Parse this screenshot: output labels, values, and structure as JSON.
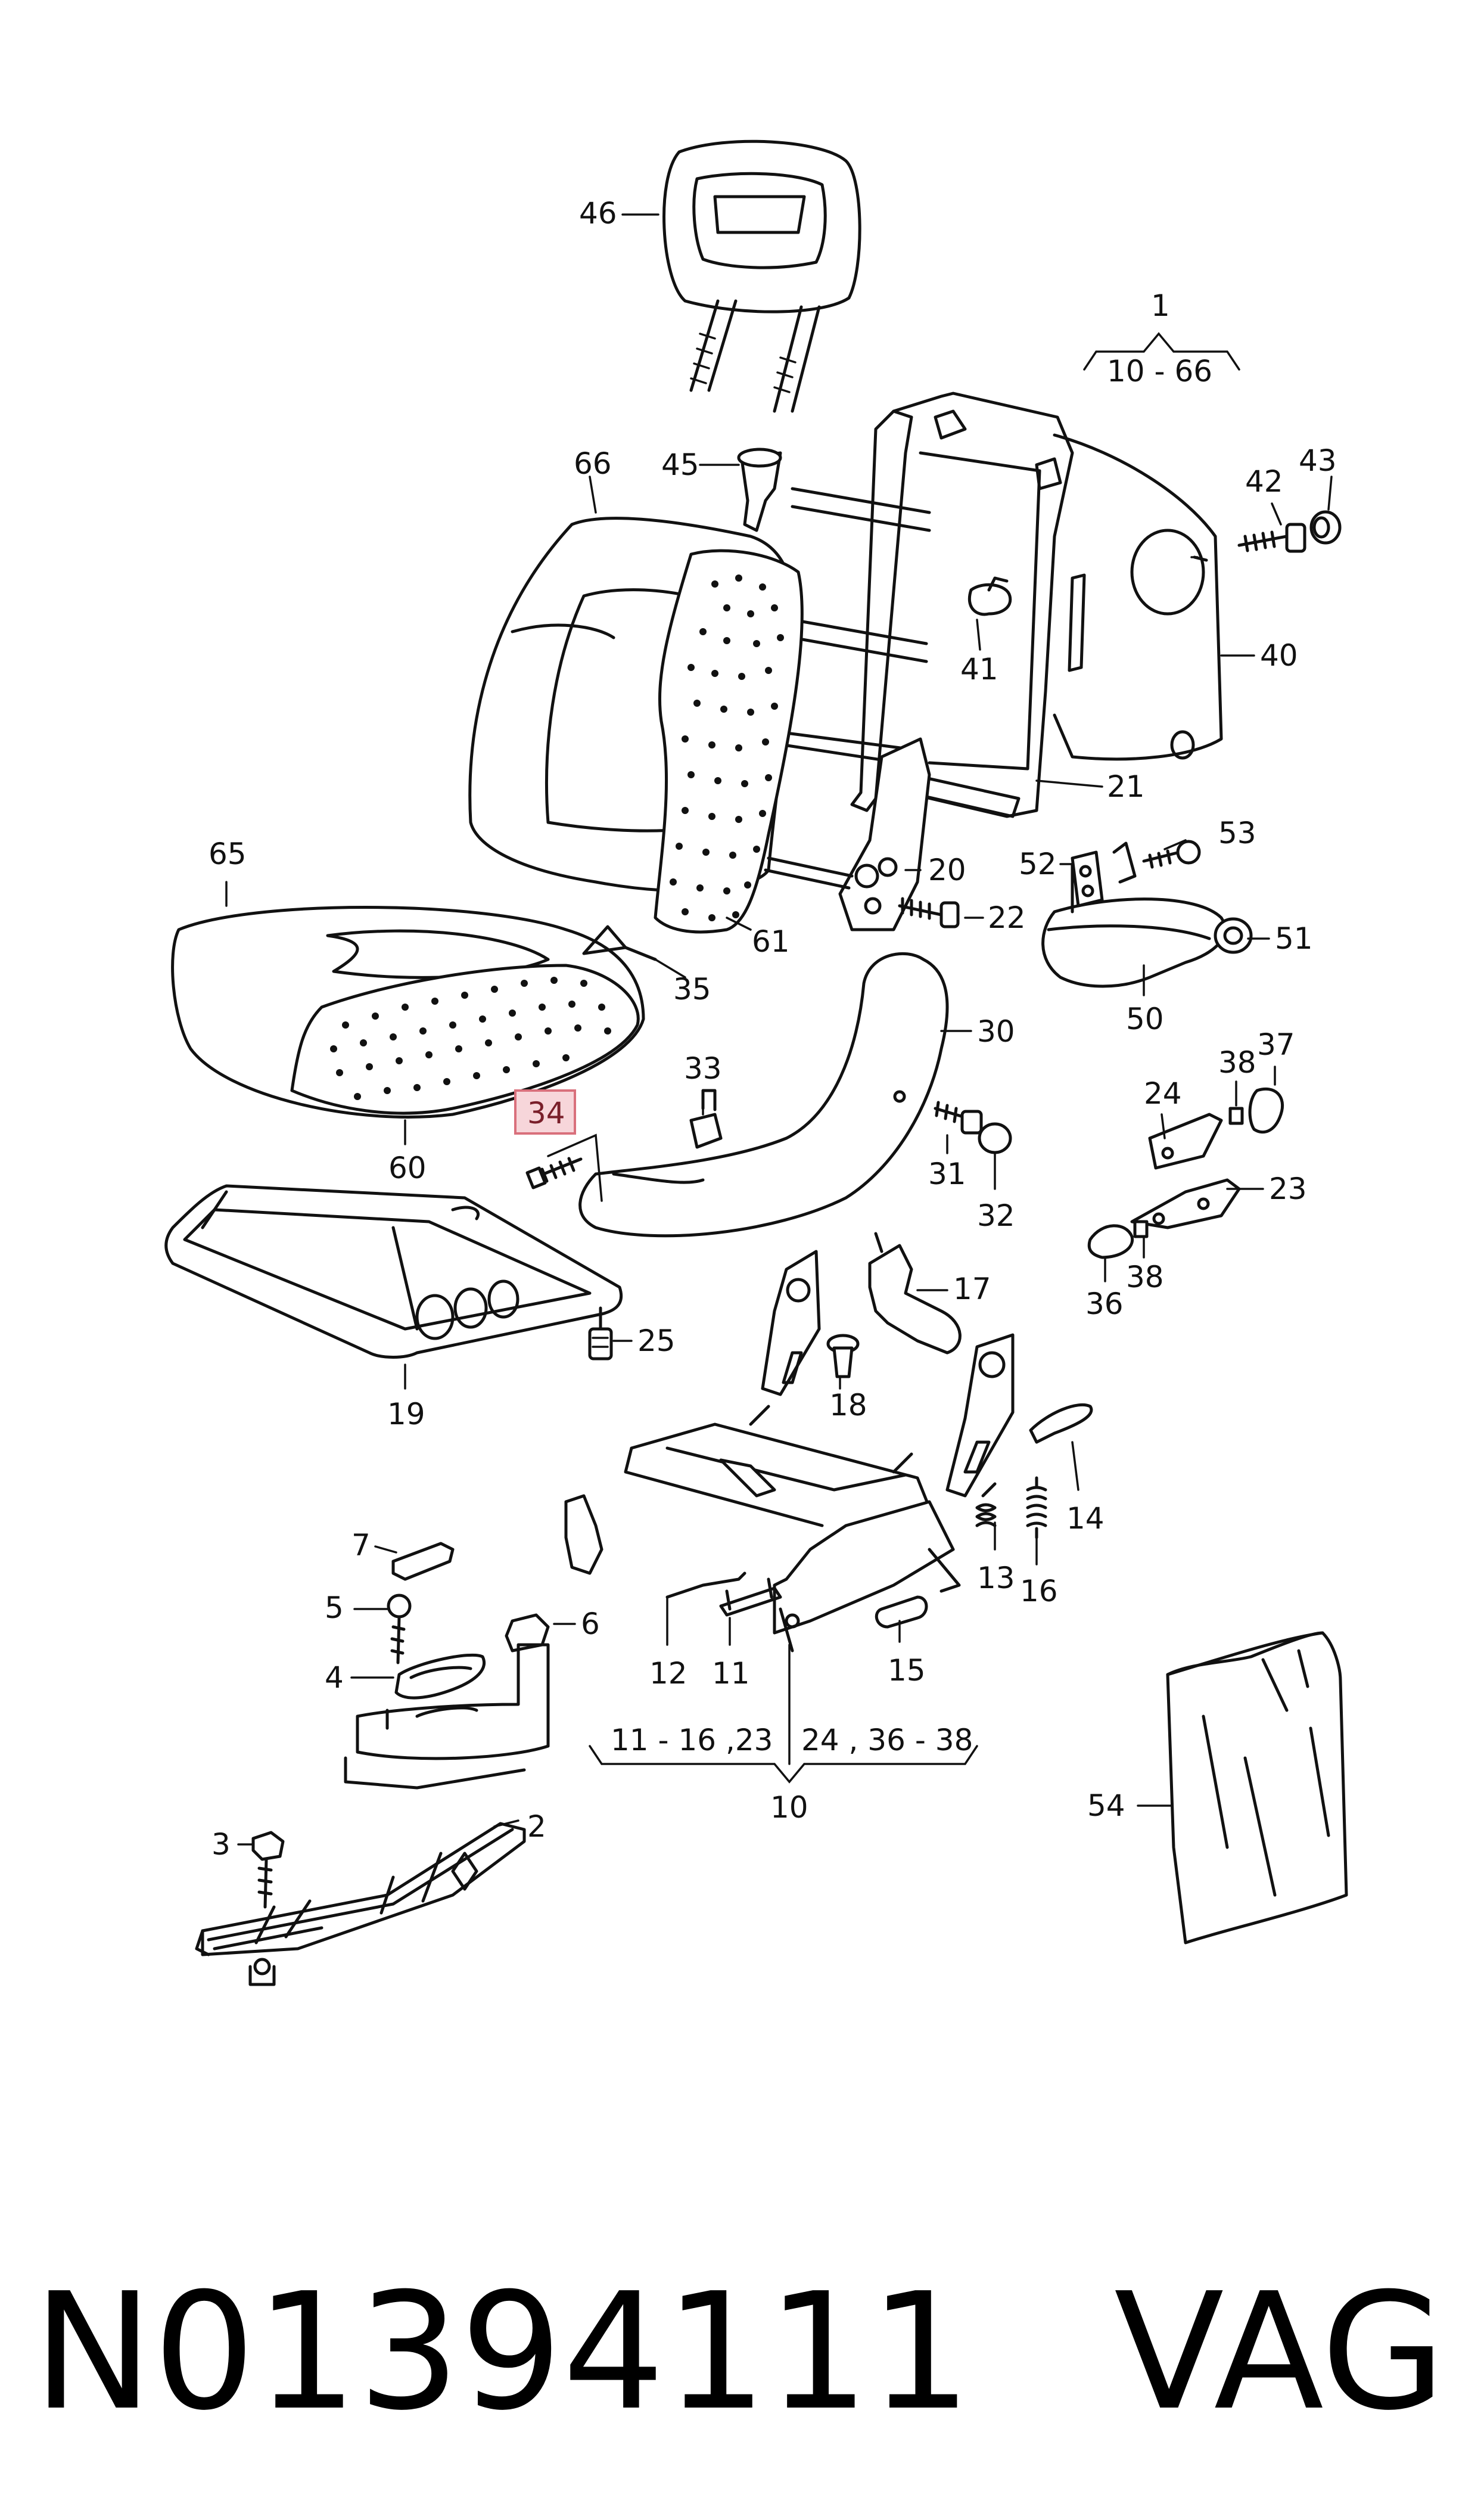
{
  "callouts": {
    "c1": "1",
    "c1_range": "10 - 66",
    "c2": "2",
    "c3": "3",
    "c4": "4",
    "c5": "5",
    "c6": "6",
    "c7": "7",
    "c10": "10",
    "c10_range_a": "11 - 16 ,23",
    "c10_range_b": "24 , 36 - 38",
    "c11": "11",
    "c12": "12",
    "c13": "13",
    "c14": "14",
    "c15": "15",
    "c16": "16",
    "c17": "17",
    "c18": "18",
    "c19": "19",
    "c20": "20",
    "c21": "21",
    "c22": "22",
    "c23": "23",
    "c24": "24",
    "c25": "25",
    "c30": "30",
    "c31": "31",
    "c32": "32",
    "c33": "33",
    "c34": "34",
    "c35": "35",
    "c36": "36",
    "c37": "37",
    "c38a": "38",
    "c38b": "38",
    "c40": "40",
    "c41": "41",
    "c42": "42",
    "c43": "43",
    "c45": "45",
    "c46": "46",
    "c50": "50",
    "c51": "51",
    "c52": "52",
    "c53": "53",
    "c54": "54",
    "c60": "60",
    "c61": "61",
    "c65": "65",
    "c66": "66"
  },
  "highlighted_part": "34",
  "footer": {
    "part_number": "N01394111",
    "brand": "VAG"
  }
}
